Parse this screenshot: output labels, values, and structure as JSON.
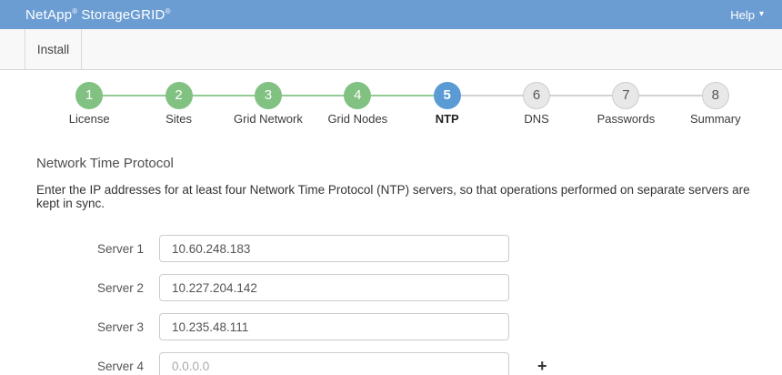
{
  "header": {
    "brand": "NetApp",
    "reg_mark": "®",
    "product": "StorageGRID",
    "help_label": "Help",
    "help_caret": "▾"
  },
  "navbar": {
    "tabs": [
      {
        "label": "Install"
      }
    ]
  },
  "stepper": {
    "steps": [
      {
        "num": "1",
        "label": "License",
        "state": "complete"
      },
      {
        "num": "2",
        "label": "Sites",
        "state": "complete"
      },
      {
        "num": "3",
        "label": "Grid Network",
        "state": "complete"
      },
      {
        "num": "4",
        "label": "Grid Nodes",
        "state": "complete"
      },
      {
        "num": "5",
        "label": "NTP",
        "state": "active"
      },
      {
        "num": "6",
        "label": "DNS",
        "state": "pending"
      },
      {
        "num": "7",
        "label": "Passwords",
        "state": "pending"
      },
      {
        "num": "8",
        "label": "Summary",
        "state": "pending"
      }
    ]
  },
  "content": {
    "title": "Network Time Protocol",
    "description": "Enter the IP addresses for at least four Network Time Protocol (NTP) servers, so that operations performed on separate servers are kept in sync.",
    "fields": [
      {
        "label": "Server 1",
        "value": "10.60.248.183",
        "placeholder": ""
      },
      {
        "label": "Server 2",
        "value": "10.227.204.142",
        "placeholder": ""
      },
      {
        "label": "Server 3",
        "value": "10.235.48.111",
        "placeholder": ""
      },
      {
        "label": "Server 4",
        "value": "",
        "placeholder": "0.0.0.0"
      }
    ],
    "add_icon": "+"
  },
  "colors": {
    "header_bg": "#6b9dd3",
    "step_complete": "#81c181",
    "step_active": "#5b9bd5",
    "step_pending_bg": "#e8e8e8",
    "connector_complete": "#94cb94",
    "connector_pending": "#d2d2d2",
    "navbar_border": "#d5d5d5"
  }
}
